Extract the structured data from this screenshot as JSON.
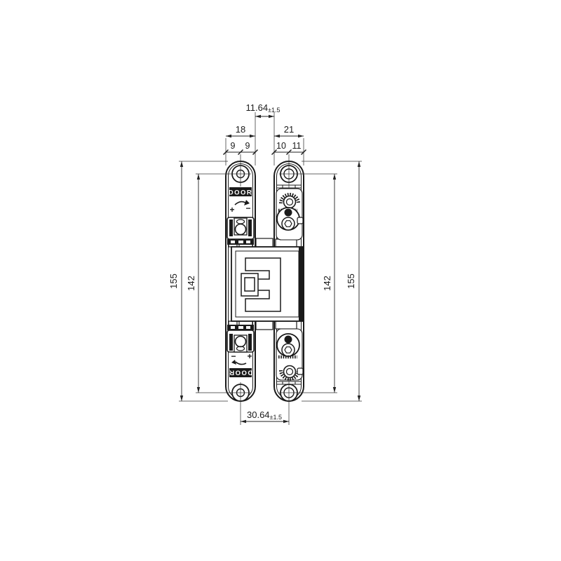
{
  "drawing": {
    "kind": "technical-drawing",
    "subject": "concealed door hinge, front elevation with installation dimensions",
    "units": "mm",
    "colors": {
      "ink": "#1a1a1a",
      "dim_line": "#222222",
      "background": "#ffffff"
    }
  },
  "dims": {
    "gap": {
      "value": "11.64",
      "tolerance": "±1.5"
    },
    "span": {
      "value": "30.64",
      "tolerance": "±1.5"
    },
    "door_plate_width": "18",
    "frame_plate_width": "21",
    "door_half_left": "9",
    "door_half_right": "9",
    "frame_sub_left": "10",
    "frame_sub_right": "11",
    "height_outer_left": "155",
    "height_holes_left": "142",
    "height_holes_right": "142",
    "height_outer_right": "155"
  },
  "labels": {
    "door_top": "DOOR",
    "door_bottom": "DOOR",
    "plus_top": "+",
    "minus_top": "−",
    "minus_bottom": "−",
    "plus_bottom": "+"
  }
}
